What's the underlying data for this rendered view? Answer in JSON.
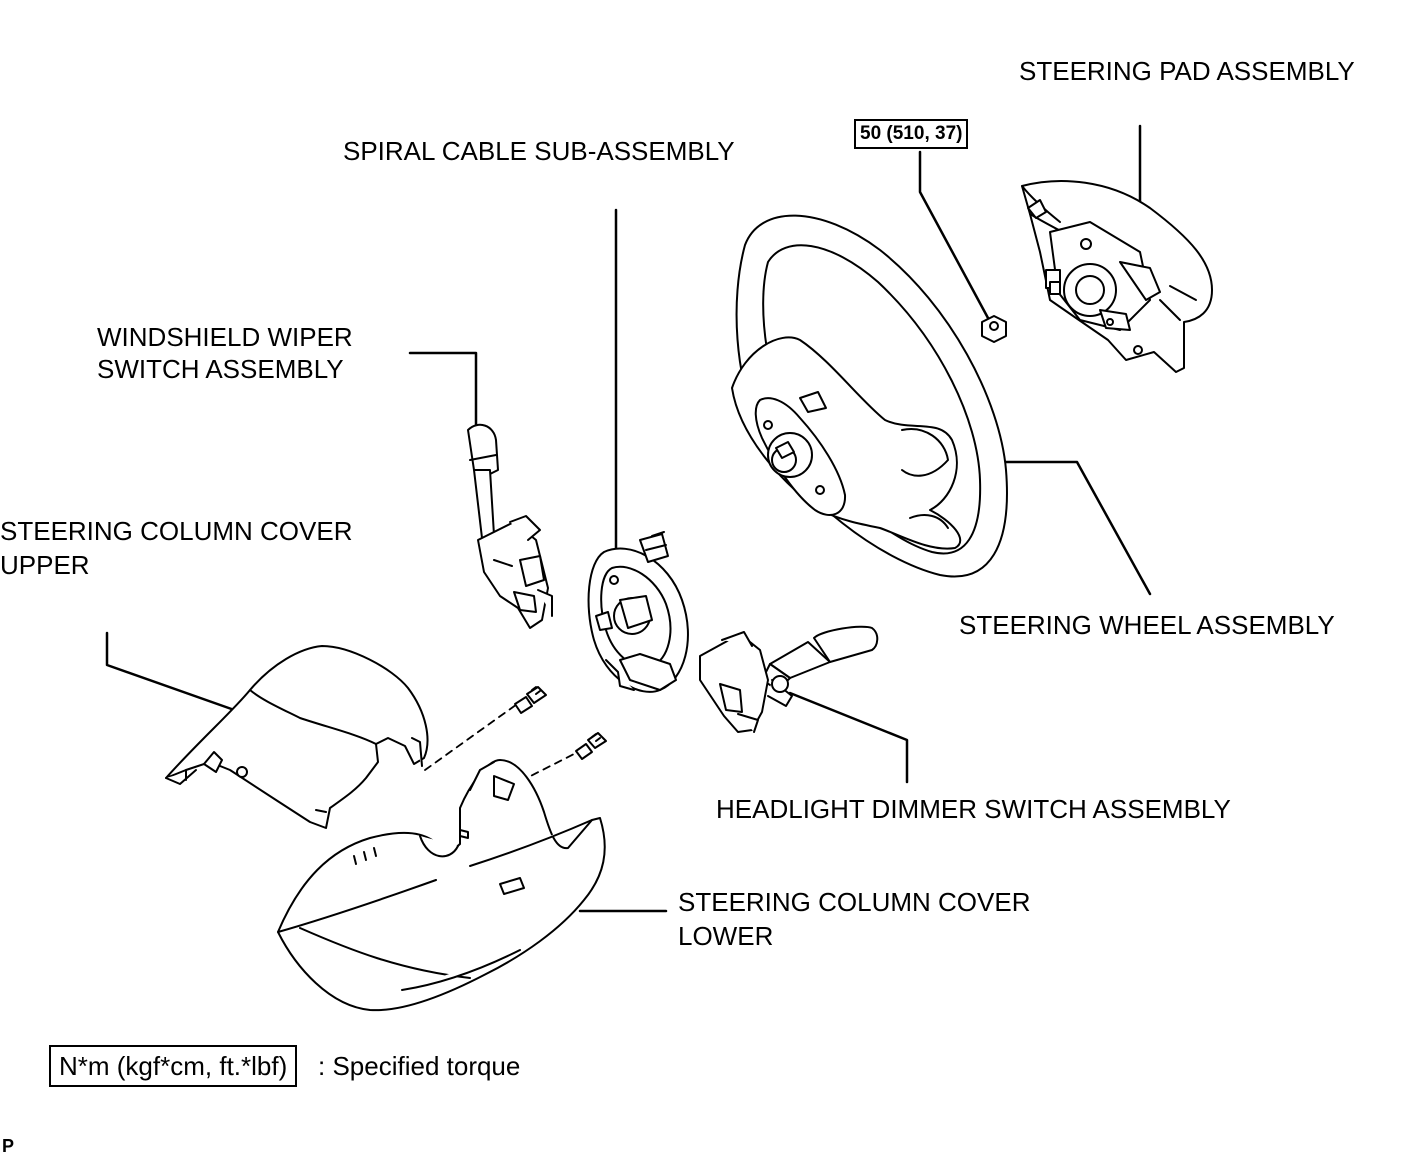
{
  "labels": {
    "steering_pad": "STEERING PAD ASSEMBLY",
    "spiral_cable": "SPIRAL CABLE SUB-ASSEMBLY",
    "wiper_switch_line1": "WINDSHIELD WIPER",
    "wiper_switch_line2": "SWITCH ASSEMBLY",
    "cover_upper_line1": "STEERING COLUMN COVER",
    "cover_upper_line2": "UPPER",
    "steering_wheel": "STEERING WHEEL ASSEMBLY",
    "headlight_switch": "HEADLIGHT DIMMER SWITCH ASSEMBLY",
    "cover_lower_line1": "STEERING COLUMN COVER",
    "cover_lower_line2": "LOWER"
  },
  "torque": {
    "nut_value": "50 (510, 37)"
  },
  "legend": {
    "unit_box": "N*m (kgf*cm, ft.*lbf)",
    "description": ": Specified torque"
  },
  "figure_code": "P"
}
